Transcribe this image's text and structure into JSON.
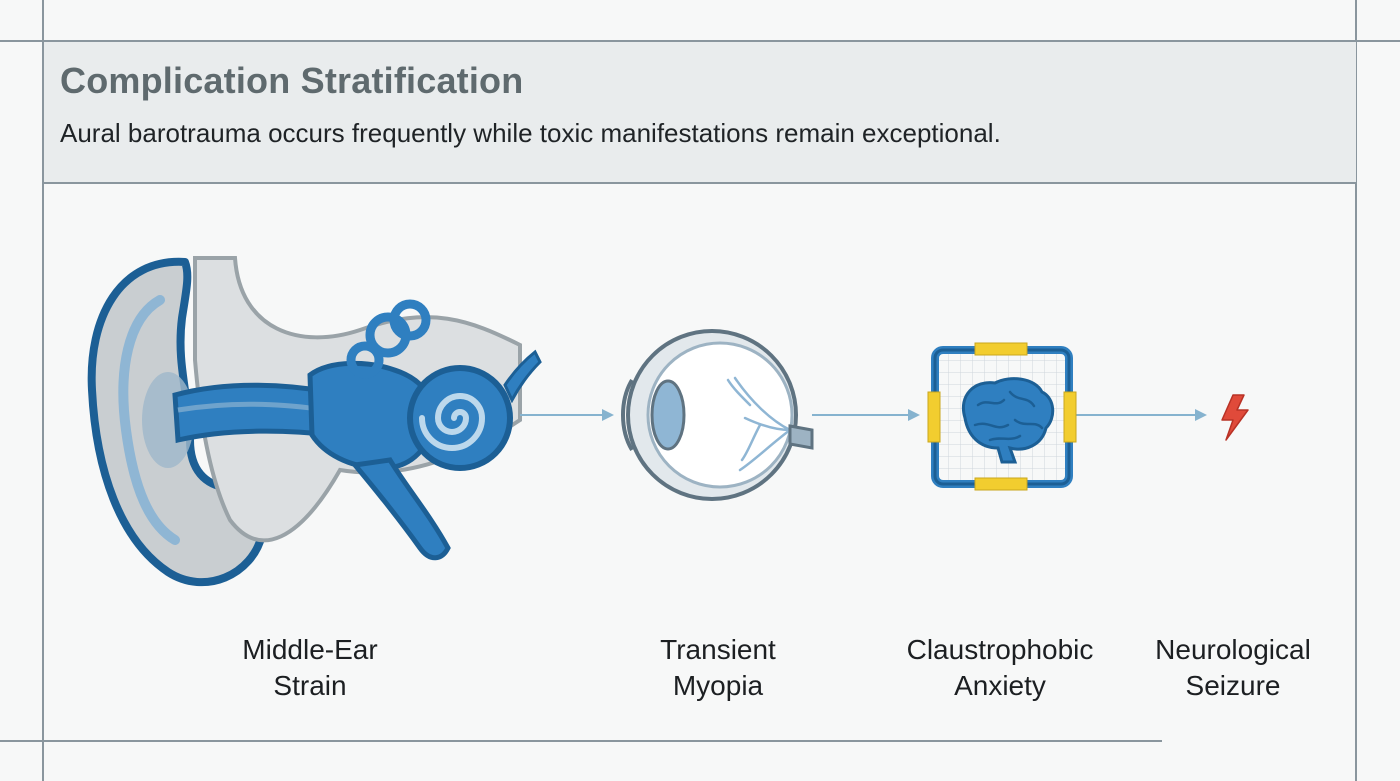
{
  "header": {
    "title": "Complication Stratification",
    "subtitle": "Aural barotrauma occurs frequently while toxic manifestations remain exceptional."
  },
  "steps": [
    {
      "icon": "ear-anatomy-icon",
      "label_line1": "Middle-Ear",
      "label_line2": "Strain"
    },
    {
      "icon": "eyeball-icon",
      "label_line1": "Transient",
      "label_line2": "Myopia"
    },
    {
      "icon": "brain-enclosure-icon",
      "label_line1": "Claustrophobic",
      "label_line2": "Anxiety"
    },
    {
      "icon": "lightning-bolt-icon",
      "label_line1": "Neurological",
      "label_line2": "Seizure"
    }
  ],
  "colors": {
    "accent_blue": "#2f7fc0",
    "dark_blue": "#1c5f95",
    "light_blue": "#8fb6d4",
    "arrow": "#86b3cf",
    "grey": "#c9ced1",
    "yellow": "#f2cd2f",
    "red": "#e04a3a"
  }
}
